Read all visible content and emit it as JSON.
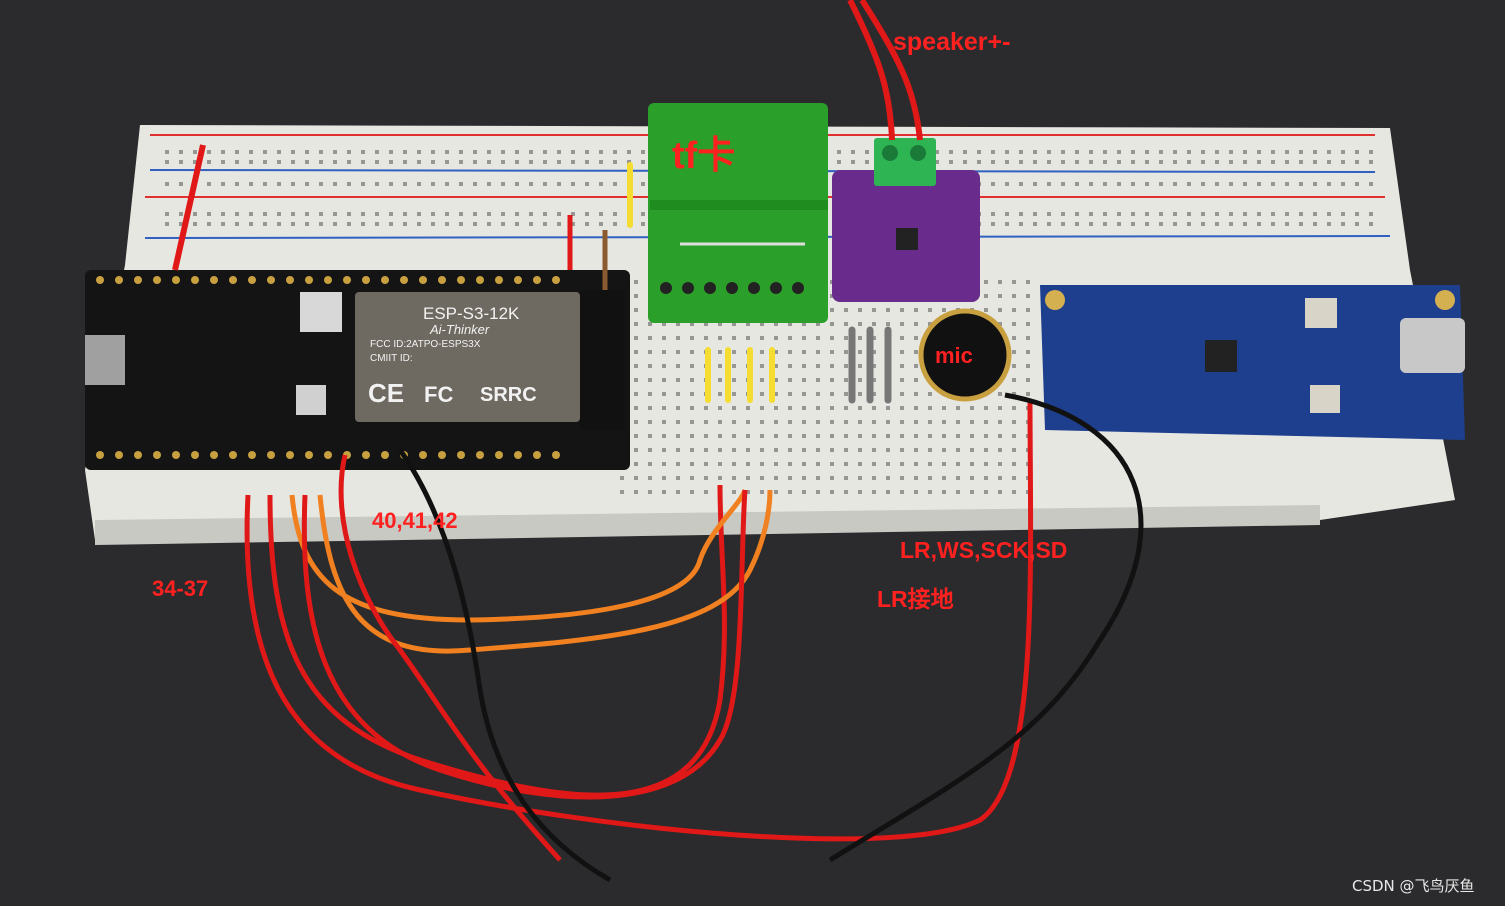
{
  "annotations": {
    "speaker": "speaker+-",
    "tf_card": "tf卡",
    "mic": "mic",
    "pins_40_42": "40,41,42",
    "pins_34_37": "34-37",
    "i2s_signals": "LR,WS,SCK,SD",
    "lr_ground": "LR接地"
  },
  "module_text": {
    "title": "ESP-S3-12K",
    "brand": "Ai-Thinker",
    "fcc": "FCC ID:2ATPO-ESPS3X",
    "cmiit": "CMIIT ID:",
    "ce": "CE",
    "fc": "FC",
    "srrc": "SRRC"
  },
  "watermark": "CSDN @飞鸟厌鱼",
  "colors": {
    "annotation": "#ff2020",
    "esp_board": "#141414",
    "sd_board": "#2aa02a",
    "amp_board": "#6a2c8c",
    "rp2040_board": "#1e3f8e",
    "breadboard": "#e9e9e4"
  }
}
